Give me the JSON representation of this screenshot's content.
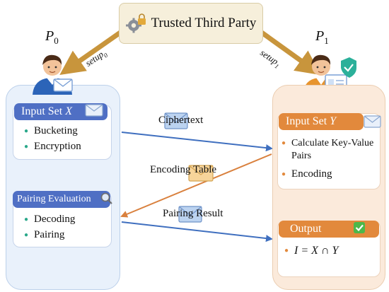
{
  "ttp": {
    "title": "Trusted Third Party",
    "icon": "gear-lock-icon"
  },
  "parties": {
    "p0": {
      "name": "P",
      "sub": "0"
    },
    "p1": {
      "name": "P",
      "sub": "1"
    }
  },
  "setup_labels": {
    "left": {
      "text": "setup",
      "sub": "0"
    },
    "right": {
      "text": "setup",
      "sub": "1"
    }
  },
  "left_panel": {
    "input_header": {
      "text": "Input Set ",
      "var": "X"
    },
    "input_items": [
      "Bucketing",
      "Encryption"
    ],
    "eval_header": "Pairing Evaluation",
    "eval_items": [
      "Decoding",
      "Pairing"
    ]
  },
  "right_panel": {
    "input_header": {
      "text": "Input Set ",
      "var": "Y"
    },
    "input_items": [
      "Calculate Key-Value Pairs",
      "Encoding"
    ],
    "output_header": "Output",
    "output_formula": "I = X ∩ Y"
  },
  "messages": {
    "ciphertext": "Ciphertext",
    "encoding_table": "Encoding Table",
    "pairing_result": "Pairing Result"
  },
  "colors": {
    "blue_accent": "#4f6fc4",
    "orange_accent": "#e2893c",
    "arrow_blue": "#3f6fbf",
    "arrow_orange": "#d9803d",
    "arrow_gold": "#c8953c",
    "bullet_green": "#2aa88a"
  }
}
